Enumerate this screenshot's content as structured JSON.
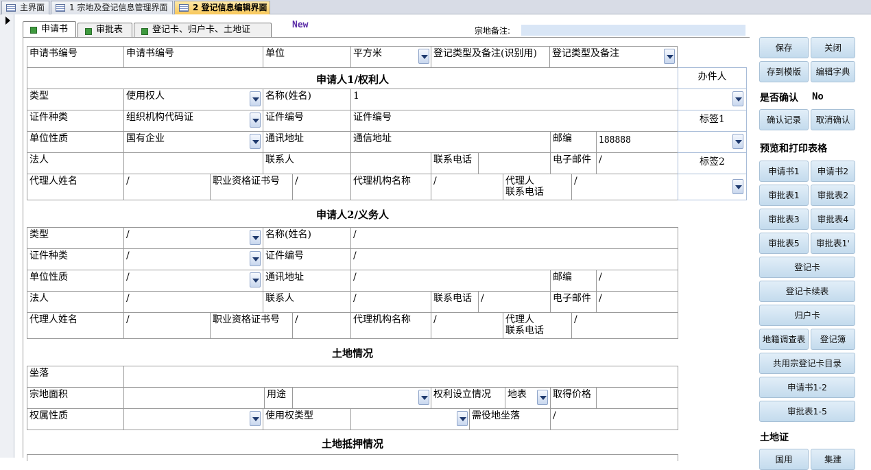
{
  "doc_tabs": [
    "主界面",
    "1 宗地及登记信息管理界面",
    "2 登记信息编辑界面"
  ],
  "sub_tabs": [
    "申请书",
    "审批表",
    "登记卡、归户卡、土地证"
  ],
  "new_label": "New",
  "remark_label": "宗地备注:",
  "row0": {
    "apply_no_label": "申请书编号",
    "apply_no_value": "申请书编号",
    "unit_label": "单位",
    "unit_value": "平方米",
    "regtype_label": "登记类型及备注(识别用)",
    "regtype_value": "登记类型及备注"
  },
  "app1": {
    "title": "申请人1/权利人",
    "handler_label": "办件人",
    "type_label": "类型",
    "type_value": "使用权人",
    "name_label": "名称(姓名)",
    "name_value": "1",
    "cert_type_label": "证件种类",
    "cert_type_value": "组织机构代码证",
    "cert_no_label": "证件编号",
    "cert_no_value": "证件编号",
    "tag1_label": "标签1",
    "nature_label": "单位性质",
    "nature_value": "国有企业",
    "addr_label": "通讯地址",
    "addr_value": "通信地址",
    "zip_label": "邮编",
    "zip_value": "188888",
    "legal_label": "法人",
    "contact_label": "联系人",
    "phone_label": "联系电话",
    "email_label": "电子邮件",
    "email_value": "/",
    "tag2_label": "标签2",
    "agent_label": "代理人姓名",
    "agent_value": "/",
    "qual_label": "职业资格证书号",
    "qual_value": "/",
    "agency_label": "代理机构名称",
    "agency_value": "/",
    "agent_phone_label_1": "代理人",
    "agent_phone_label_2": "联系电话",
    "agent_phone_value": "/"
  },
  "app2": {
    "title": "申请人2/义务人",
    "type_label": "类型",
    "type_value": "/",
    "name_label": "名称(姓名)",
    "name_value": "/",
    "cert_type_label": "证件种类",
    "cert_type_value": "/",
    "cert_no_label": "证件编号",
    "cert_no_value": "/",
    "nature_label": "单位性质",
    "nature_value": "/",
    "addr_label": "通讯地址",
    "addr_value": "/",
    "zip_label": "邮编",
    "zip_value": "/",
    "legal_label": "法人",
    "legal_value": "/",
    "contact_label": "联系人",
    "contact_value": "/",
    "phone_label": "联系电话",
    "phone_value": "/",
    "email_label": "电子邮件",
    "email_value": "/",
    "agent_label": "代理人姓名",
    "agent_value": "/",
    "qual_label": "职业资格证书号",
    "qual_value": "/",
    "agency_label": "代理机构名称",
    "agency_value": "/",
    "agent_phone_label_1": "代理人",
    "agent_phone_label_2": "联系电话",
    "agent_phone_value": "/"
  },
  "land": {
    "title": "土地情况",
    "location_label": "坐落",
    "area_label": "宗地面积",
    "use_label": "用途",
    "right_label": "权利设立情况",
    "layer_value": "地表",
    "price_label": "取得价格",
    "owner_label": "权属性质",
    "usetype_label": "使用权类型",
    "servient_label": "需役地坐落",
    "servient_value": "/"
  },
  "mortgage_title": "土地抵押情况",
  "sidebar": {
    "save": "保存",
    "close": "关闭",
    "save_template": "存到模版",
    "edit_dict": "编辑字典",
    "confirm_label": "是否确认",
    "confirm_value": "No",
    "confirm_record": "确认记录",
    "cancel_confirm": "取消确认",
    "preview_label": "预览和打印表格",
    "buttons": {
      "sqs1": "申请书1",
      "sqs2": "申请书2",
      "spb1": "审批表1",
      "spb2": "审批表2",
      "spb3": "审批表3",
      "spb4": "审批表4",
      "spb5": "审批表5",
      "spb1p": "审批表1'",
      "djk": "登记卡",
      "djkxb": "登记卡续表",
      "hhk": "归户卡",
      "djdcb": "地籍调查表",
      "djb": "登记簿",
      "gyzml": "共用宗登记卡目录",
      "sqs12": "申请书1-2",
      "spb15": "审批表1-5",
      "r1": "国用",
      "r2": "集建"
    },
    "land_cert_label": "土地证"
  }
}
